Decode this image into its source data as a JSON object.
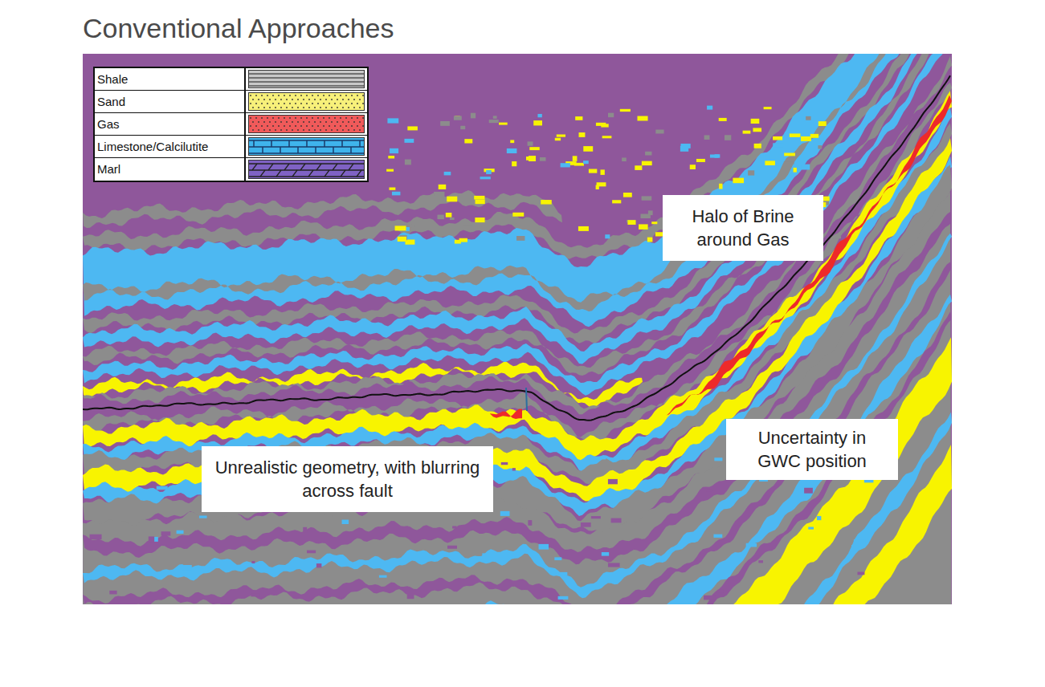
{
  "diagram": {
    "title": "Conventional Approaches",
    "nodes": [
      {
        "text": [
          "Halo of Brine around Gas"
        ]
      },
      {
        "text": [
          "Uncertainty in GWC position"
        ]
      },
      {
        "text": [
          "Unrealistic geometry, with blurring across fault"
        ]
      }
    ],
    "legend": [
      {
        "text": "Shale",
        "color": "#c8c8c8"
      },
      {
        "text": "Sand",
        "color": "#f7f07a"
      },
      {
        "text": "Gas",
        "color": "#f05a5a"
      },
      {
        "text": "Limestone/Calcilutite",
        "color": "#3fb4ec"
      },
      {
        "text": "Marl",
        "color": "#7f62c4"
      }
    ]
  }
}
